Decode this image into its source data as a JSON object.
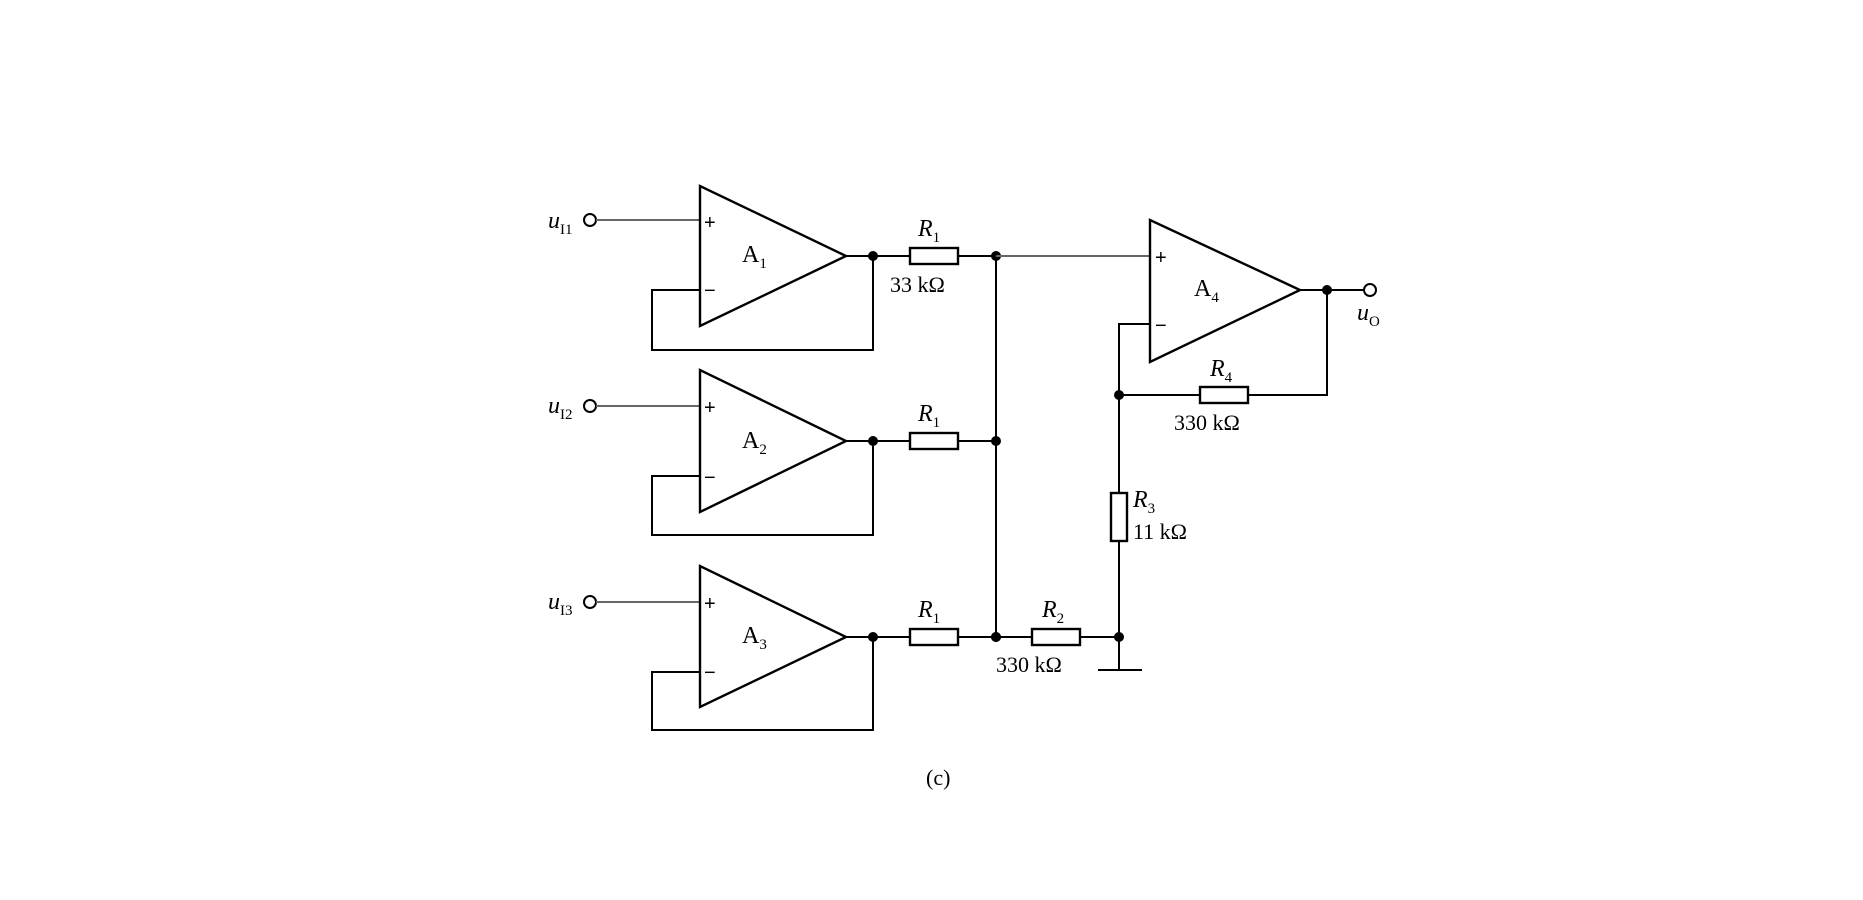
{
  "inputs": [
    {
      "symbol": "u",
      "sub": "I1"
    },
    {
      "symbol": "u",
      "sub": "I2"
    },
    {
      "symbol": "u",
      "sub": "I3"
    }
  ],
  "output": {
    "symbol": "u",
    "sub": "O"
  },
  "opamps": [
    {
      "name": "A",
      "sub": "1",
      "plus": "+",
      "minus": "−"
    },
    {
      "name": "A",
      "sub": "2",
      "plus": "+",
      "minus": "−"
    },
    {
      "name": "A",
      "sub": "3",
      "plus": "+",
      "minus": "−"
    },
    {
      "name": "A",
      "sub": "4",
      "plus": "+",
      "minus": "−"
    }
  ],
  "resistors": {
    "r1_top": {
      "name": "R",
      "sub": "1",
      "value": "33 kΩ"
    },
    "r1_mid": {
      "name": "R",
      "sub": "1"
    },
    "r1_bot": {
      "name": "R",
      "sub": "1"
    },
    "r2": {
      "name": "R",
      "sub": "2",
      "value": "330 kΩ"
    },
    "r3": {
      "name": "R",
      "sub": "3",
      "value": "11 kΩ"
    },
    "r4": {
      "name": "R",
      "sub": "4",
      "value": "330 kΩ"
    }
  },
  "caption": "(c)"
}
